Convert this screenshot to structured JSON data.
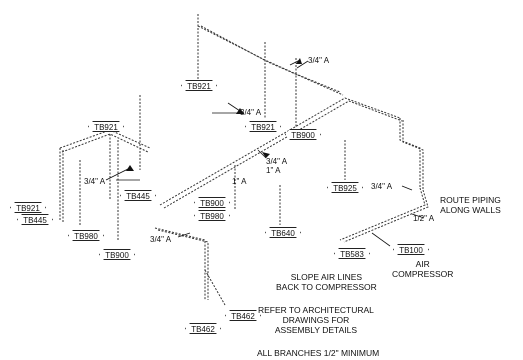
{
  "tags": {
    "tb921_top": "TB921",
    "tb921_mid": "TB921",
    "tb921_left": "TB921",
    "tb921_far": "TB921",
    "tb900_top": "TB900",
    "tb900_mid": "TB900",
    "tb900_low": "TB900",
    "tb445_a": "TB445",
    "tb445_b": "TB445",
    "tb980_a": "TB980",
    "tb980_b": "TB980",
    "tb925": "TB925",
    "tb640": "TB640",
    "tb583": "TB583",
    "tb100": "TB100",
    "tb462_a": "TB462",
    "tb462_b": "TB462"
  },
  "sizes": {
    "s1": "3/4\" A",
    "s2": "3/4\" A",
    "s3": "3/4\" A",
    "s4": "1\" A",
    "s5": "3/4\" A",
    "s6": "1\" A",
    "s7": "3/4\" A",
    "s8": "3/4\" A",
    "s9": "1/2\" A"
  },
  "notes": {
    "route_piping": "ROUTE PIPING\nALONG WALLS",
    "air_compressor": "AIR\nCOMPRESSOR",
    "slope": "SLOPE AIR LINES\nBACK TO COMPRESSOR",
    "refer": "REFER TO ARCHITECTURAL\nDRAWINGS FOR\nASSEMBLY DETAILS",
    "branches": "ALL BRANCHES 1/2\" MINIMUM"
  }
}
